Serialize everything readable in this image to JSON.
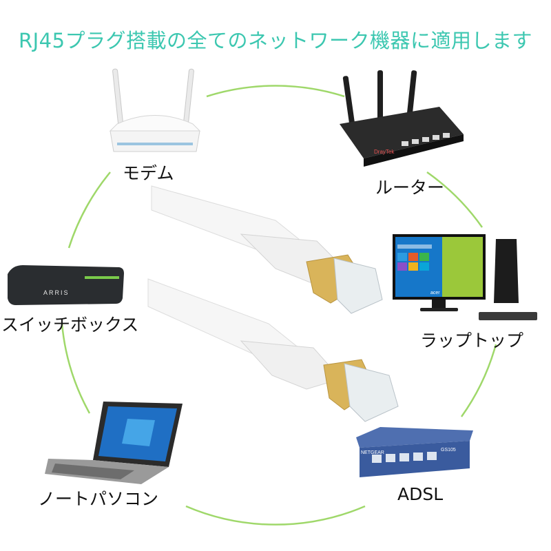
{
  "headline": "RJ45プラグ搭載の全てのネットワーク機器に適用します",
  "devices": {
    "modem": "モデム",
    "router": "ルーター",
    "laptop_desktop": "ラップトップ",
    "switch_box": "スイッチボックス",
    "notebook_pc": "ノートパソコン",
    "adsl": "ADSL"
  },
  "brand_text": {
    "arris": "ARRIS",
    "netgear": "NETGEAR",
    "netgear_model": "GS105",
    "draytek": "DrayTek",
    "acer": "acer"
  },
  "colors": {
    "headline": "#3cc7b0",
    "ring": "#9fd86a",
    "cable": "#f7f7f7",
    "plug_gold": "#d9b45a"
  }
}
